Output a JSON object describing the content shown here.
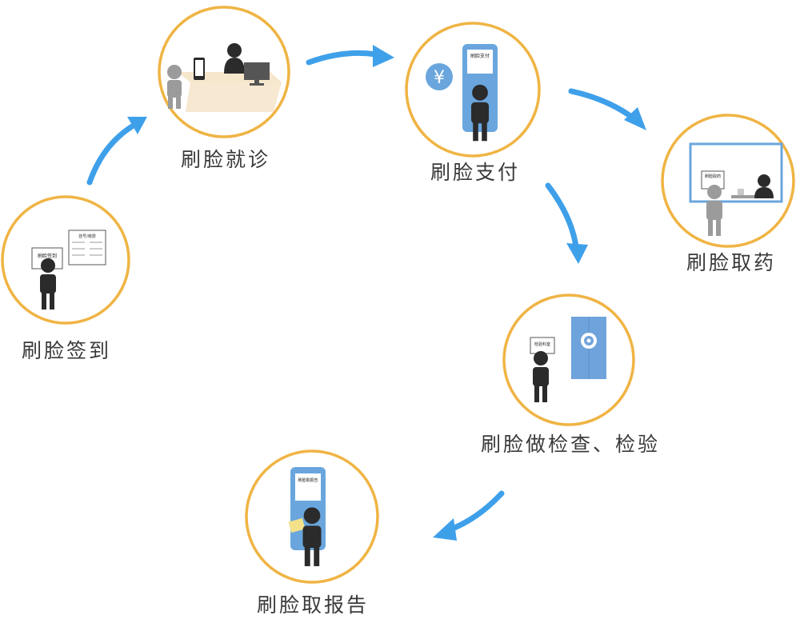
{
  "steps": {
    "checkin": {
      "caption": "刷脸签到",
      "screen_title": "刷脸签到",
      "board_title": "挂号/缴费"
    },
    "consult": {
      "caption": "刷脸就诊"
    },
    "pay": {
      "caption": "刷脸支付",
      "screen_title": "刷脸支付",
      "coin_symbol": "¥"
    },
    "medicine": {
      "caption": "刷脸取药",
      "screen_title": "刷脸取药"
    },
    "exam": {
      "caption": "刷脸做检查、检验",
      "screen_title": "检验科室"
    },
    "report": {
      "caption": "刷脸取报告",
      "screen_title": "刷脸取报告"
    }
  },
  "colors": {
    "ring": "#f0b444",
    "arrow": "#3fa0ea",
    "person_dark": "#2b2b2b",
    "person_gray": "#9b9b9b",
    "screen_blue": "#6aa6dd",
    "door_blue": "#6fa3db",
    "desk": "#f6e6cc"
  }
}
